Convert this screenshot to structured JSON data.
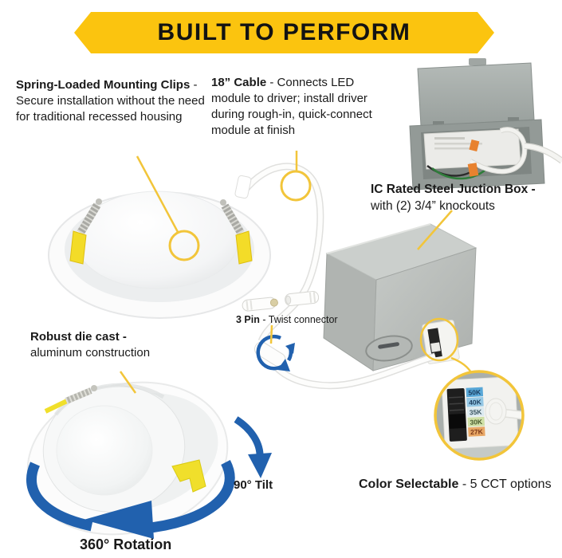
{
  "banner": {
    "title": "BUILT TO PERFORM",
    "bg_color": "#FBC40F",
    "text_color": "#131313"
  },
  "callouts": {
    "spring_clips": {
      "bold": "Spring-Loaded Mounting Clips",
      "rest": " - Secure installation without the need for traditional recessed housing"
    },
    "cable": {
      "bold": "18” Cable",
      "rest": " - Connects LED module to driver; install driver during rough-in, quick-connect module at finish"
    },
    "junction_box": {
      "bold": "IC Rated Steel Juction Box -",
      "line2": "with (2) 3/4” knockouts"
    },
    "three_pin": {
      "bold": "3 Pin",
      "rest": " - Twist connector"
    },
    "die_cast": {
      "bold": "Robust die cast -",
      "line2": "aluminum construction"
    },
    "tilt": {
      "label": "90° Tilt"
    },
    "rotation": {
      "label": "360° Rotation"
    },
    "color_selectable": {
      "bold": "Color Selectable",
      "rest": " - 5 CCT options"
    }
  },
  "cct_options": [
    {
      "label": "50K",
      "color": "#58A7D7",
      "text_color": "#1C3D5E"
    },
    {
      "label": "40K",
      "color": "#95C8E5",
      "text_color": "#1C3D5E"
    },
    {
      "label": "35K",
      "color": "#DCEAF0",
      "text_color": "#3A5560"
    },
    {
      "label": "30K",
      "color": "#CFE0A6",
      "text_color": "#4A5A2E"
    },
    {
      "label": "27K",
      "color": "#E8A765",
      "text_color": "#7C3A1A"
    }
  ],
  "colors": {
    "annotation_yellow": "#F2C53A",
    "arrow_blue": "#2161AE",
    "clip_yellow": "#F0DF2B",
    "steel_gray": "#B7BBB8"
  }
}
